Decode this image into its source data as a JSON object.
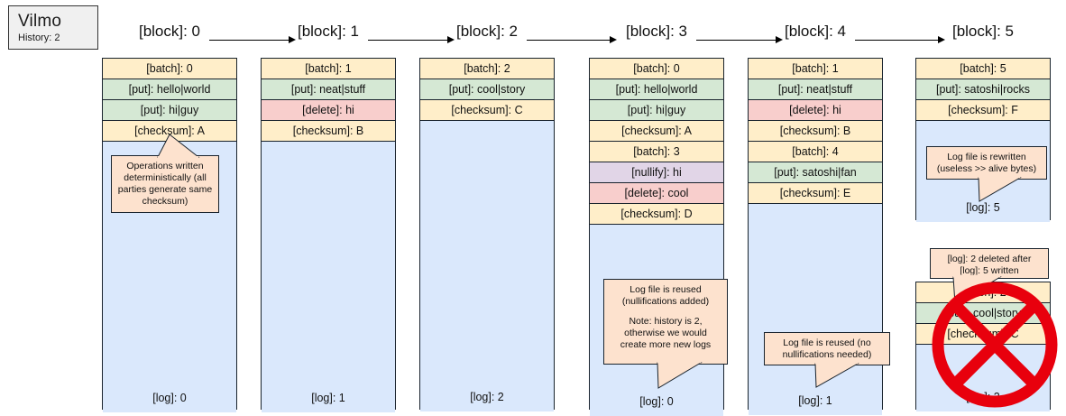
{
  "title_card": {
    "app_name": "Vilmo",
    "history_label": "History: 2"
  },
  "columns": [
    {
      "header": "[block]: 0",
      "rows": [
        {
          "kind": "batch",
          "text": "[batch]: 0"
        },
        {
          "kind": "put",
          "text": "[put]: hello|world"
        },
        {
          "kind": "put",
          "text": "[put]: hi|guy"
        },
        {
          "kind": "checksum",
          "text": "[checksum]: A"
        }
      ],
      "log_label": "[log]: 0",
      "callout": {
        "line1": "Operations written",
        "line2": "deterministically (all",
        "line3": "parties generate same",
        "line4": "checksum)"
      }
    },
    {
      "header": "[block]: 1",
      "rows": [
        {
          "kind": "batch",
          "text": "[batch]: 1"
        },
        {
          "kind": "put",
          "text": "[put]: neat|stuff"
        },
        {
          "kind": "delete",
          "text": "[delete]: hi"
        },
        {
          "kind": "checksum",
          "text": "[checksum]: B"
        }
      ],
      "log_label": "[log]: 1"
    },
    {
      "header": "[block]: 2",
      "rows": [
        {
          "kind": "batch",
          "text": "[batch]: 2"
        },
        {
          "kind": "put",
          "text": "[put]: cool|story"
        },
        {
          "kind": "checksum",
          "text": "[checksum]: C"
        }
      ],
      "log_label": "[log]: 2"
    },
    {
      "header": "[block]: 3",
      "rows": [
        {
          "kind": "batch",
          "text": "[batch]: 0"
        },
        {
          "kind": "put",
          "text": "[put]: hello|world"
        },
        {
          "kind": "put",
          "text": "[put]: hi|guy"
        },
        {
          "kind": "checksum",
          "text": "[checksum]: A"
        },
        {
          "kind": "batch",
          "text": "[batch]: 3"
        },
        {
          "kind": "nullify",
          "text": "[nullify]: hi"
        },
        {
          "kind": "delete",
          "text": "[delete]: cool"
        },
        {
          "kind": "checksum",
          "text": "[checksum]: D"
        }
      ],
      "log_label": "[log]: 0",
      "callout": {
        "line1": "Log file is reused",
        "line2": "(nullifications added)",
        "line3": "Note: history is 2,",
        "line4": "otherwise we would",
        "line5": "create more new logs"
      }
    },
    {
      "header": "[block]: 4",
      "rows": [
        {
          "kind": "batch",
          "text": "[batch]: 1"
        },
        {
          "kind": "put",
          "text": "[put]: neat|stuff"
        },
        {
          "kind": "delete",
          "text": "[delete]: hi"
        },
        {
          "kind": "checksum",
          "text": "[checksum]: B"
        },
        {
          "kind": "batch",
          "text": "[batch]: 4"
        },
        {
          "kind": "put",
          "text": "[put]: satoshi|fan"
        },
        {
          "kind": "checksum",
          "text": "[checksum]: E"
        }
      ],
      "log_label": "[log]: 1",
      "callout": {
        "line1": "Log file is reused (no",
        "line2": "nullifications needed)"
      }
    },
    {
      "header": "[block]: 5",
      "rows": [
        {
          "kind": "batch",
          "text": "[batch]: 5"
        },
        {
          "kind": "put",
          "text": "[put]: satoshi|rocks"
        },
        {
          "kind": "checksum",
          "text": "[checksum]: F"
        }
      ],
      "log_label": "[log]: 5",
      "callout": {
        "line1": "Log file is rewritten",
        "line2": "(useless >> alive bytes)"
      }
    }
  ],
  "deleted_block": {
    "rows": [
      {
        "kind": "batch",
        "text": "[batch]: 2"
      },
      {
        "kind": "put",
        "text": "[put]: cool|story"
      },
      {
        "kind": "checksum",
        "text": "[checksum]: C"
      }
    ],
    "log_label": "[log]: 2",
    "callout": {
      "line1": "[log]: 2 deleted after",
      "line2": "[log]: 5 written"
    },
    "cross_color": "#e8000d"
  },
  "colors": {
    "batch": "#ffeec9",
    "put": "#d5e8d4",
    "delete": "#f8cecc",
    "nullify": "#e1d5e7",
    "log": "#dae8fc",
    "callout": "#fde2ce",
    "stroke": "#19232d",
    "cross": "#e8000d"
  }
}
